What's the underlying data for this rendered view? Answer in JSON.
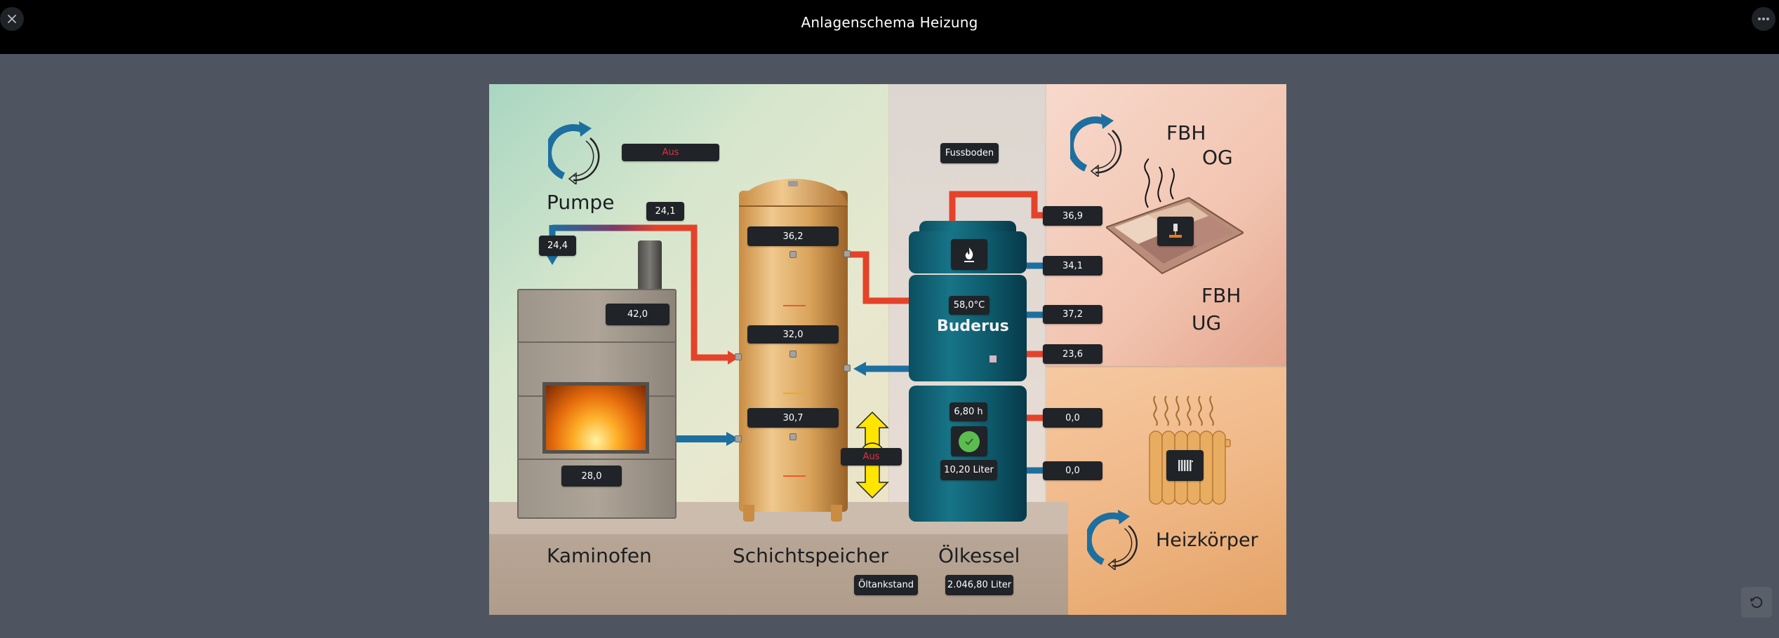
{
  "header": {
    "title": "Anlagenschema Heizung",
    "close_icon": "close-icon",
    "more_icon": "more-horizontal-icon"
  },
  "footer": {
    "reset_icon": "reset-rotate-icon"
  },
  "scene": {
    "pump_left": {
      "label": "Pumpe",
      "status": "Aus",
      "status_color": "#d9353f",
      "supply_temp": "24,1",
      "return_temp": "24,4"
    },
    "kaminofen": {
      "label": "Kaminofen",
      "temp_top": "42,0",
      "temp_bottom": "28,0"
    },
    "schichtspeicher": {
      "label": "Schichtspeicher",
      "temp_top": "36,2",
      "temp_mid": "32,0",
      "temp_bottom": "30,7",
      "valve_status": "Aus"
    },
    "oelkessel": {
      "label": "Ölkessel",
      "brand": "Buderus",
      "boiler_temp": "58,0°C",
      "runtime": "6,80 h",
      "consumption": "10,20 Liter",
      "tank_level_label": "Öltankstand",
      "tank_level_value": "2.046,80 Liter",
      "flame_icon": "flame-icon",
      "status_icon": "check-circle-icon",
      "status_color": "#5bbd4f"
    },
    "fussboden": {
      "label": "Fussboden"
    },
    "circuits": {
      "fbh_og_supply": "36,9",
      "fbh_og_return": "34,1",
      "fbh_ug_supply": "37,2",
      "fbh_ug_return": "23,6",
      "heizkoerper_supply": "0,0",
      "heizkoerper_return": "0,0"
    },
    "fbh_og": {
      "line1": "FBH",
      "line2": "OG",
      "icon": "floor-heating-icon"
    },
    "fbh_ug": {
      "line1": "FBH",
      "line2": "UG"
    },
    "heizkoerper": {
      "label": "Heizkörper",
      "icon": "radiator-icon"
    }
  }
}
